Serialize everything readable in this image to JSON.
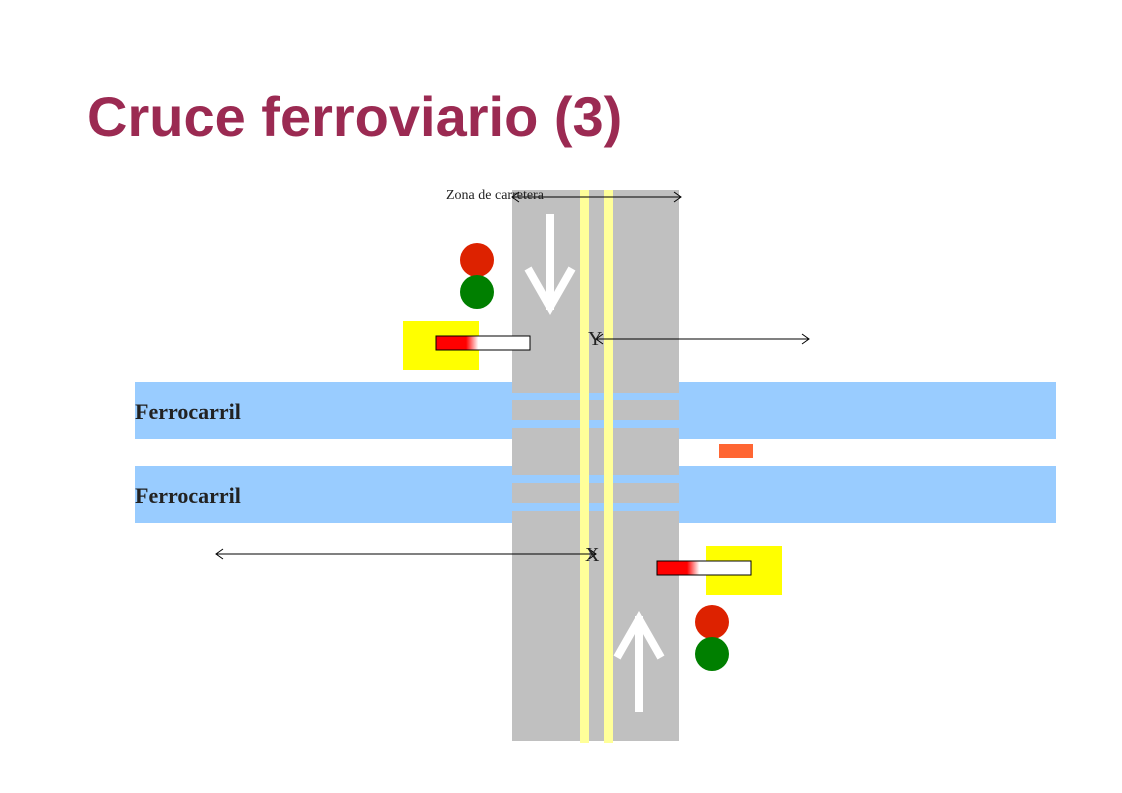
{
  "title": "Cruce ferroviario (3)",
  "road_zone_label": "Zona de carretera",
  "railway_top_label": "Ferrocarril",
  "railway_bottom_label": "Ferrocarril",
  "sensor_y_label": "Y",
  "sensor_x_label": "X",
  "colors": {
    "title": "#9B2A52",
    "road": "#C0C0C0",
    "lane_line": "#FFFF99",
    "railway": "#99CCFF",
    "light_red": "#DD2200",
    "light_green": "#007F00",
    "barrier_box": "#FFFF00",
    "barrier_arm": "#FF0000",
    "train": "#FF6633",
    "traffic_arrow": "#FFFFFF"
  }
}
